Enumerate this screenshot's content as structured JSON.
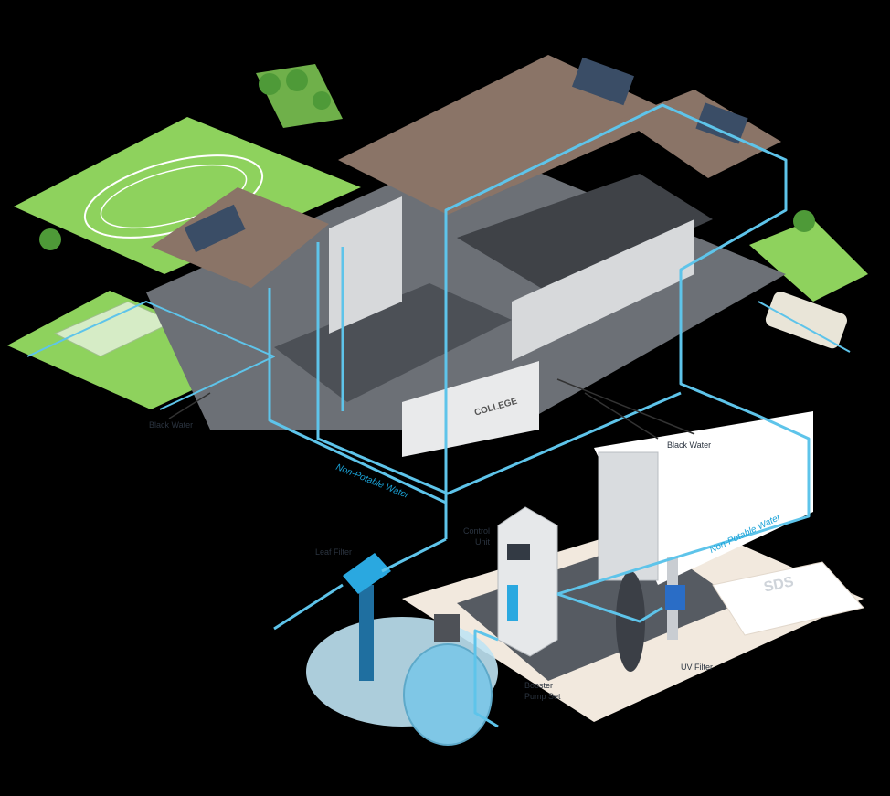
{
  "labels": {
    "black_water_left": "Black Water",
    "black_water_right": "Black Water",
    "leaf_filter": "Leaf Filter",
    "control_unit_1": "Control",
    "control_unit_2": "Unit",
    "booster_1": "Booster",
    "booster_2": "Pump Set",
    "uv_filter": "UV Filter",
    "npw_left": "Non-Potable Water",
    "npw_right": "Non-Potable Water",
    "college_sign": "COLLEGE",
    "sds_logo": "SDS"
  },
  "colors": {
    "background": "#000000",
    "pipe": "#5ec4ea",
    "pipe_dark": "#1aa3d8",
    "grass": "#8ed25d",
    "roof": "#8a7467",
    "floor": "#6c7076",
    "wall": "#d7d9db",
    "tank": "#7fc7e6",
    "filter": "#2aa8e0"
  }
}
